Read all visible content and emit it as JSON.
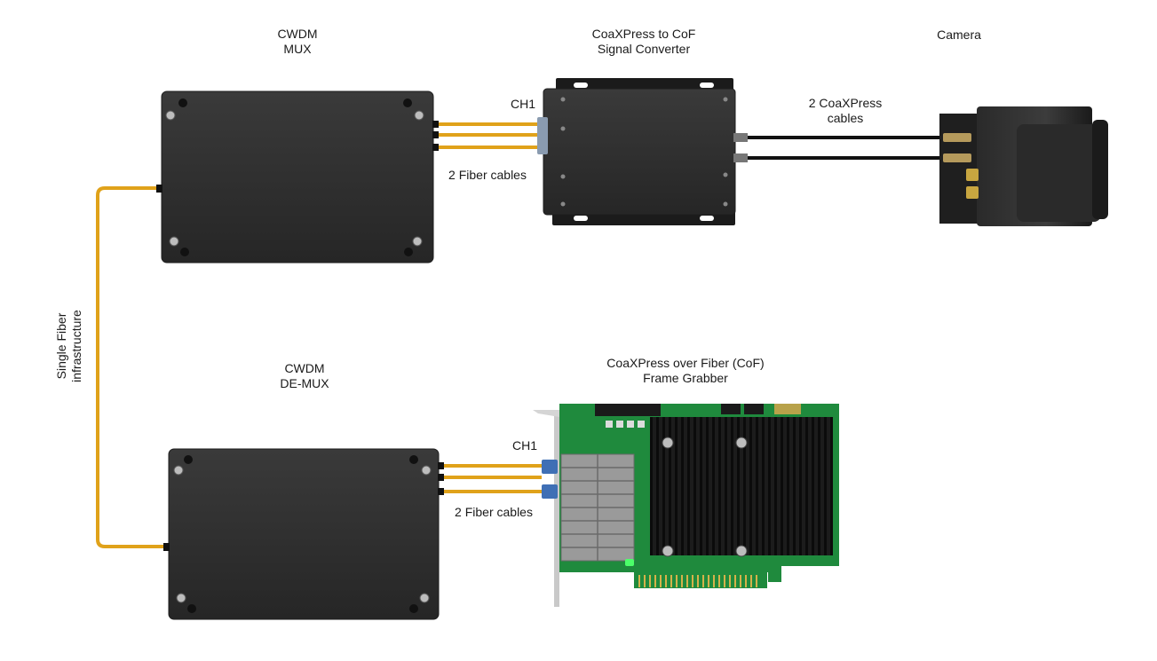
{
  "labels": {
    "mux": [
      "CWDM",
      "MUX"
    ],
    "converter": [
      "CoaXPress to CoF",
      "Signal Converter"
    ],
    "camera": "Camera",
    "coax_cables": [
      "2 CoaXPress",
      "cables"
    ],
    "ch1_top": "CH1",
    "fiber_top": "2 Fiber cables",
    "single_fiber": [
      "Single Fiber",
      "infrastructure"
    ],
    "demux": [
      "CWDM",
      "DE-MUX"
    ],
    "grabber": [
      "CoaXPress over Fiber (CoF)",
      "Frame Grabber"
    ],
    "ch1_bottom": "CH1",
    "fiber_bottom": "2 Fiber cables"
  },
  "colors": {
    "fiber": "#e0a21a",
    "box": "#2b2b2b",
    "box_edge": "#1e1e1e",
    "pcb": "#1f8a3d",
    "heatsink": "#151515",
    "coax": "#111111"
  }
}
